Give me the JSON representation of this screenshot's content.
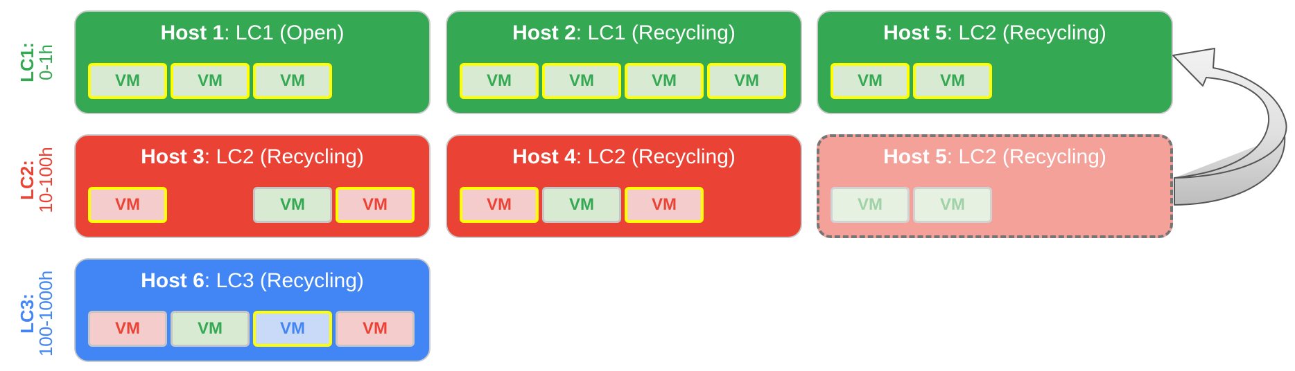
{
  "colors": {
    "lc1": "#34a853",
    "lc2": "#ea4335",
    "lc3": "#4285f4",
    "highlight": "#ffff00"
  },
  "rows": [
    {
      "lc": "LC1:",
      "range": "0-1h"
    },
    {
      "lc": "LC2:",
      "range": "10-100h"
    },
    {
      "lc": "LC3:",
      "range": "100-1000h"
    }
  ],
  "hosts": {
    "host1": {
      "name": "Host 1",
      "status": ": LC1 (Open)"
    },
    "host2": {
      "name": "Host 2",
      "status": ": LC1 (Recycling)"
    },
    "host5_top": {
      "name": "Host 5",
      "status": ": LC2 (Recycling)"
    },
    "host3": {
      "name": "Host 3",
      "status": ": LC2 (Recycling)"
    },
    "host4": {
      "name": "Host 4",
      "status": ": LC2 (Recycling)"
    },
    "host5_ghost": {
      "name": "Host 5",
      "status": ": LC2 (Recycling)"
    },
    "host6": {
      "name": "Host 6",
      "status": ": LC3 (Recycling)"
    }
  },
  "vm_label": "VM",
  "arrow_icon": "curved-arrow-icon"
}
